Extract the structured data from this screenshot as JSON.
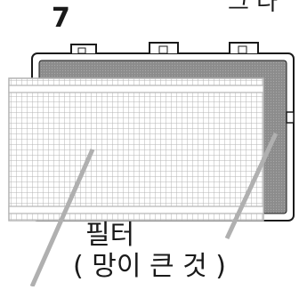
{
  "figure": {
    "step_number": "7",
    "header_fragment": "그 다",
    "callout": {
      "line1": "필터",
      "line2": "( 망이 큰 것 )"
    }
  },
  "colors": {
    "ink": "#1a1a1a",
    "outer_frame": "#9a9a9a",
    "mesh_grid": "#b4b4b4",
    "leader_line": "#b0b0b0"
  },
  "icons": {
    "part": "fine-mesh-filter-frame",
    "overlay": "coarse-mesh-filter-screen"
  }
}
